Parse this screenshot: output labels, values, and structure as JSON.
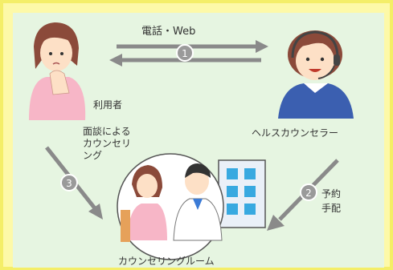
{
  "diagram": {
    "title_flow_label": "電話・Web",
    "user_label": "利用者",
    "counselor_label": "ヘルスカウンセラー",
    "in_person_label": [
      "面談による",
      "カウンセリ",
      "ング"
    ],
    "booking_label": [
      "予約",
      "手配"
    ],
    "room_label": "カウンセリングルーム",
    "steps": [
      "1",
      "2",
      "3"
    ]
  },
  "colors": {
    "background_outer": "#fdf9a8",
    "background_panel": "#e6f5e1",
    "arrow": "#8a8a8a",
    "badge": "#9a9a9a"
  }
}
